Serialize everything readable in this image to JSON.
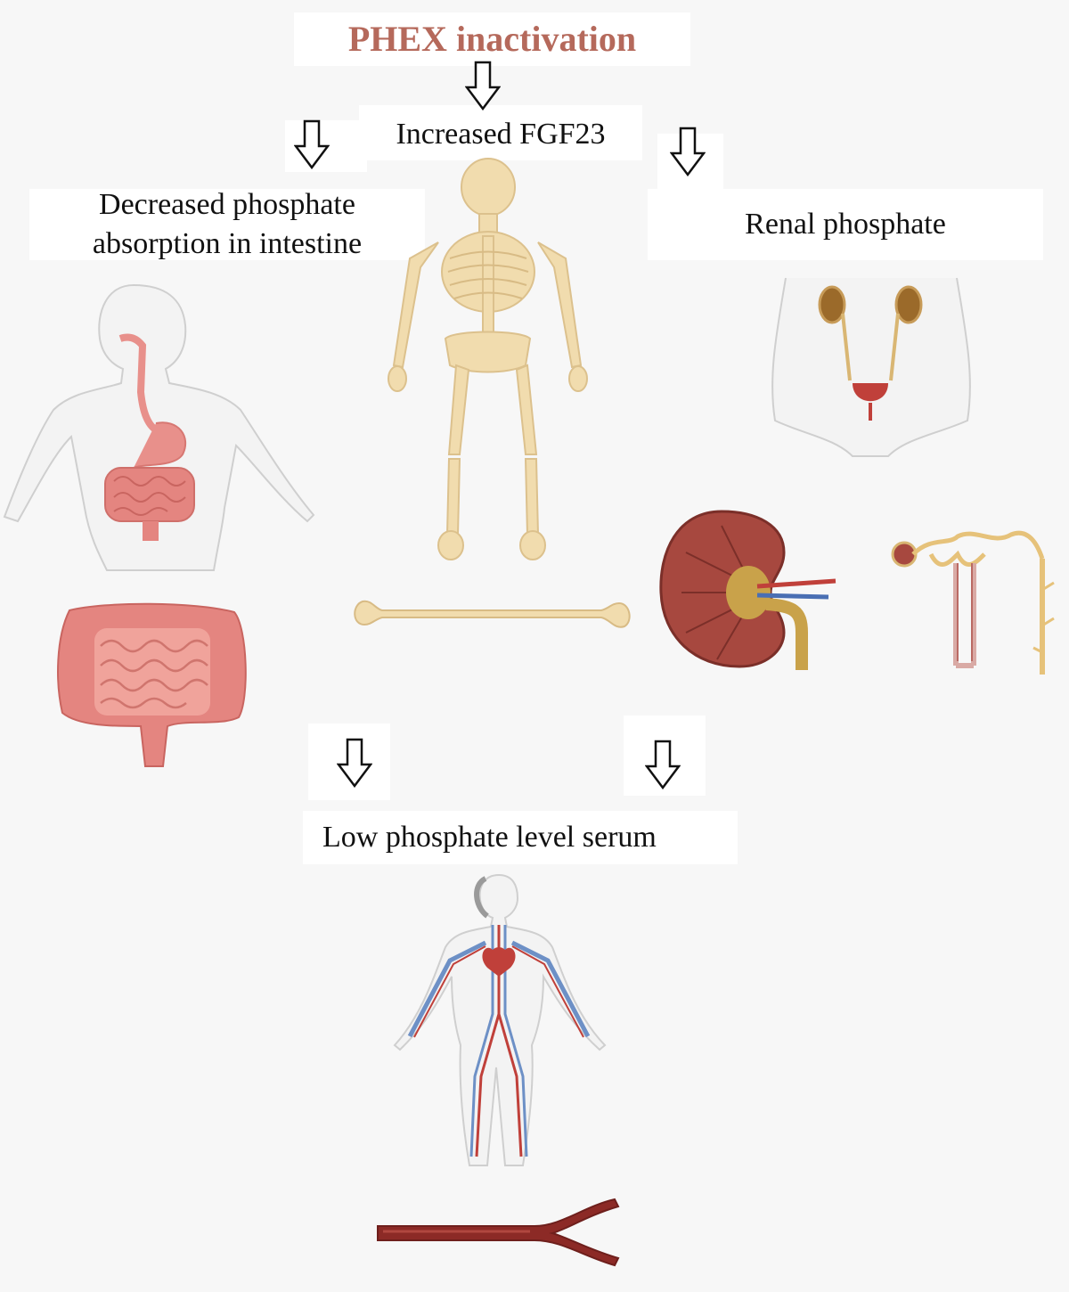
{
  "title": "PHEX inactivation",
  "labels": {
    "fgf23": "Increased FGF23",
    "intestine": "Decreased phosphate\nabsorption in intestine",
    "renal": "Renal phosphate",
    "serum": "Low phosphate level serum"
  },
  "colors": {
    "title": "#b5695b",
    "bone": "#f1dcae",
    "gut": "#e48580",
    "kidney": "#a7483f",
    "vessel": "#8c2a26",
    "vein": "#6d90c6"
  },
  "icons": [
    "down-arrow-icon",
    "digestive-system-icon",
    "skeleton-icon",
    "urinary-system-icon",
    "large-intestine-icon",
    "long-bone-icon",
    "kidney-cross-section-icon",
    "nephron-icon",
    "circulatory-system-icon",
    "blood-vessel-icon"
  ]
}
